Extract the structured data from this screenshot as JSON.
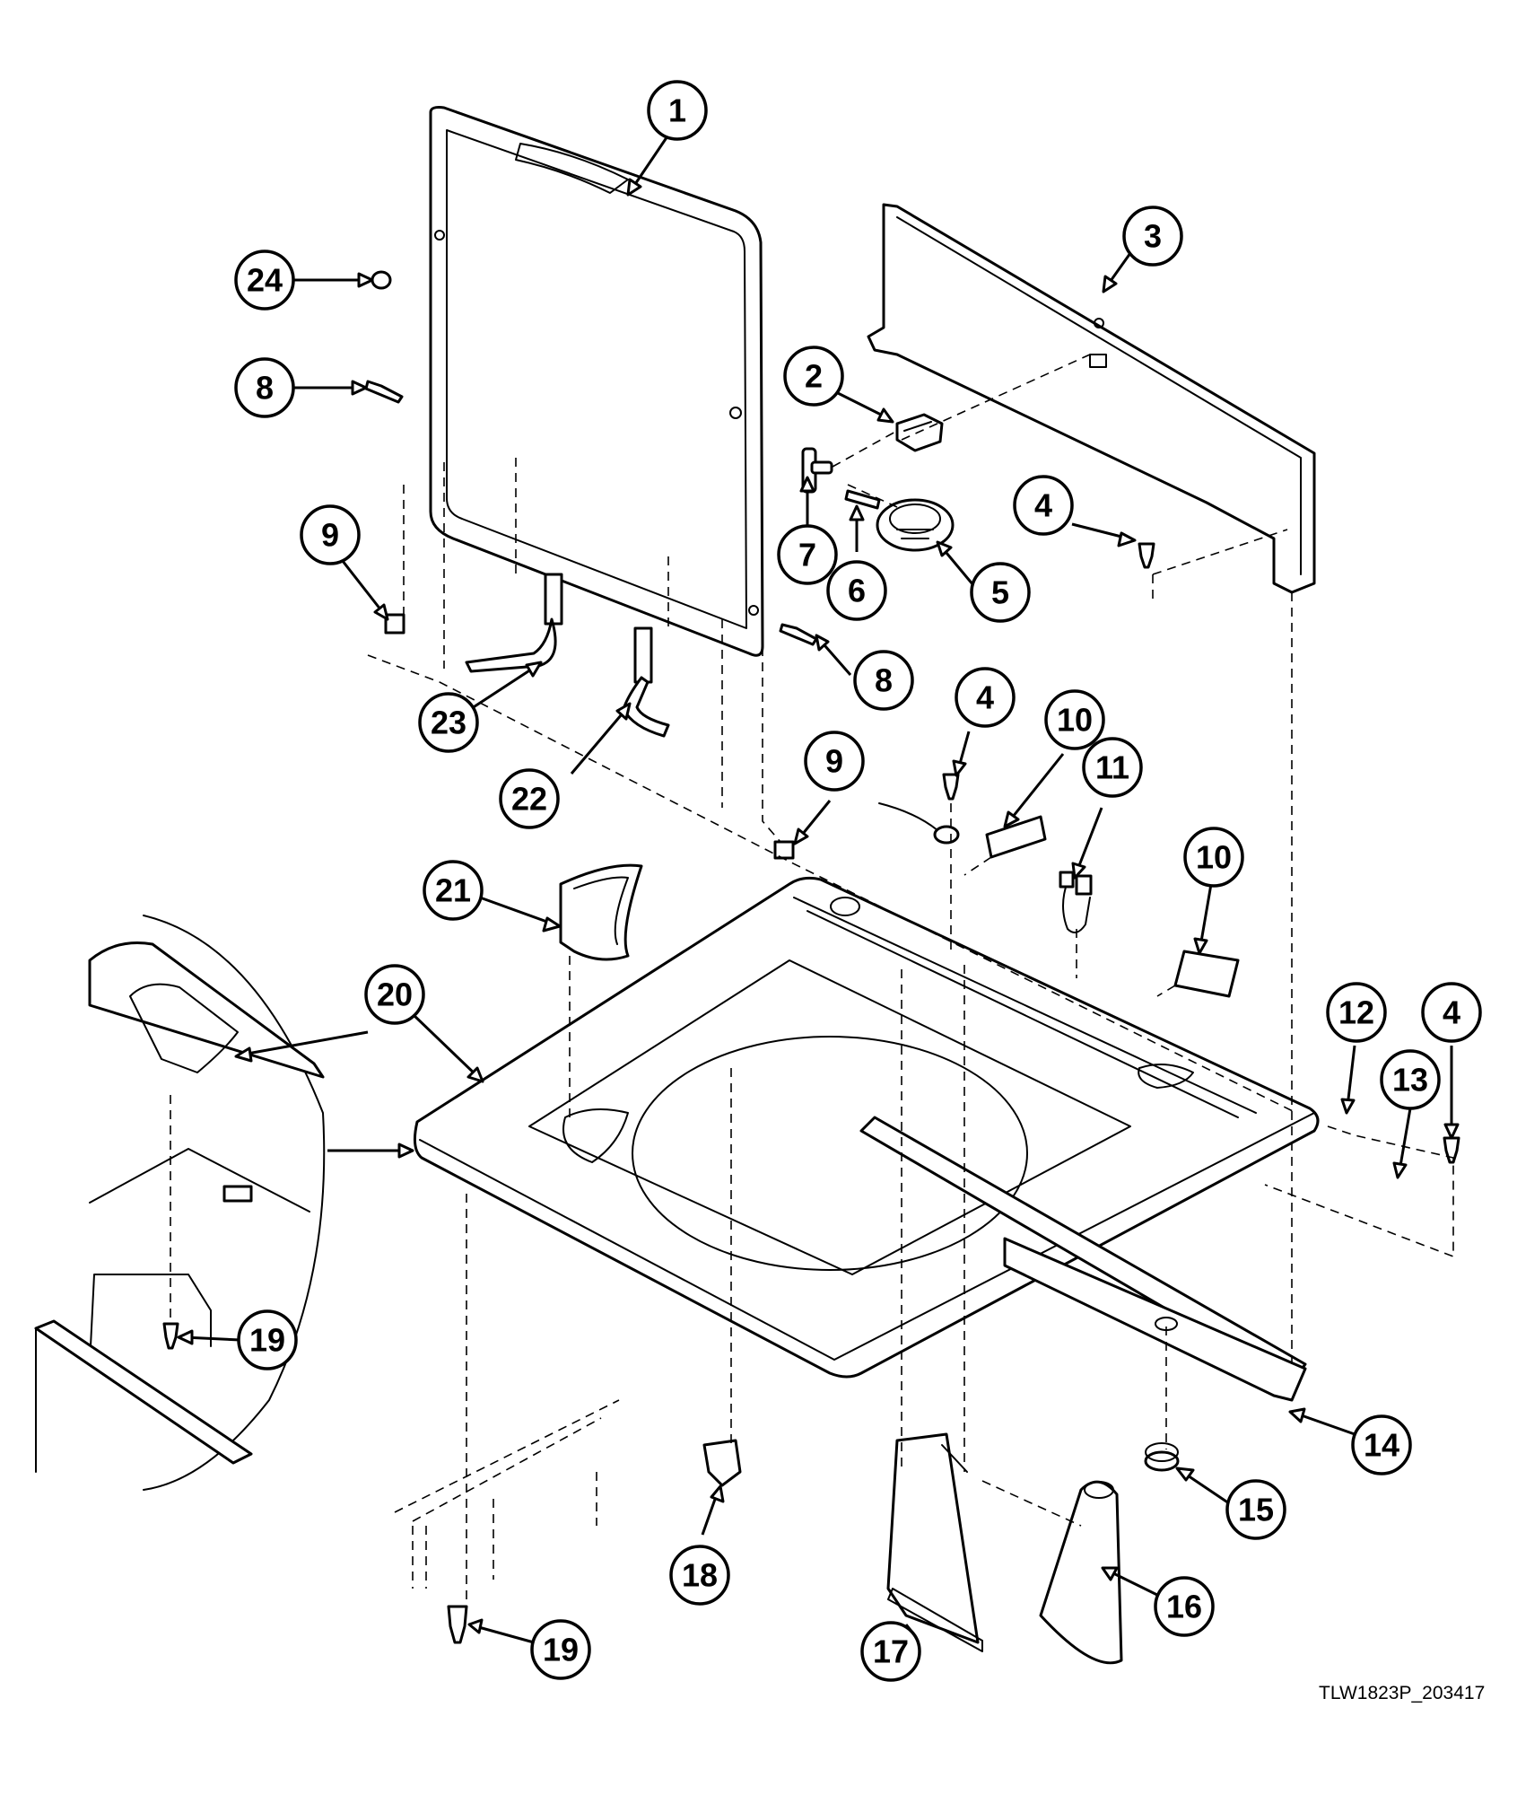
{
  "drawing_code": "TLW1823P_203417",
  "callouts": [
    {
      "label": "1"
    },
    {
      "label": "24"
    },
    {
      "label": "8"
    },
    {
      "label": "3"
    },
    {
      "label": "2"
    },
    {
      "label": "4"
    },
    {
      "label": "7"
    },
    {
      "label": "6"
    },
    {
      "label": "5"
    },
    {
      "label": "9"
    },
    {
      "label": "8"
    },
    {
      "label": "23"
    },
    {
      "label": "22"
    },
    {
      "label": "4"
    },
    {
      "label": "10"
    },
    {
      "label": "11"
    },
    {
      "label": "9"
    },
    {
      "label": "10"
    },
    {
      "label": "21"
    },
    {
      "label": "20"
    },
    {
      "label": "12"
    },
    {
      "label": "4"
    },
    {
      "label": "13"
    },
    {
      "label": "19"
    },
    {
      "label": "14"
    },
    {
      "label": "15"
    },
    {
      "label": "18"
    },
    {
      "label": "17"
    },
    {
      "label": "16"
    },
    {
      "label": "19"
    }
  ]
}
